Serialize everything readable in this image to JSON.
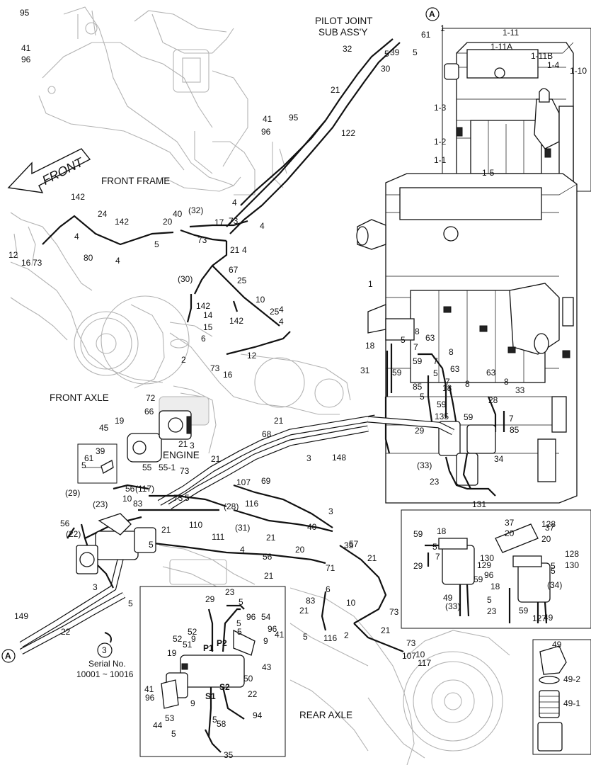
{
  "headings": {
    "pilot_joint": [
      "PILOT JOINT",
      "SUB ASS'Y"
    ],
    "front_frame": "FRONT FRAME",
    "front_arrow": "FRONT",
    "front_axle": "FRONT AXLE",
    "engine": "ENGINE",
    "rear_axle": "REAR AXLE",
    "serial_title": "Serial No.",
    "serial_range": "10001 ~ 10016",
    "serial_circle": "3",
    "ref_a": "A",
    "pump_ports": [
      "P1",
      "P2",
      "S1",
      "S2"
    ]
  },
  "callouts": {
    "frame_area": [
      "95",
      "41",
      "96",
      "41",
      "96",
      "95",
      "21",
      "122",
      "32",
      "30",
      "5",
      "39",
      "5",
      "61",
      "1"
    ],
    "radiator_detail": [
      "1-11",
      "1-11A",
      "1-11B",
      "1-4",
      "1-10",
      "1-3",
      "1-2",
      "1-1",
      "1-5"
    ],
    "front_lines": [
      "142",
      "24",
      "142",
      "4",
      "4",
      "12",
      "16",
      "73",
      "80",
      "4",
      "40",
      "(32)",
      "20",
      "73",
      "5",
      "73",
      "17",
      "4",
      "21",
      "4",
      "(30)",
      "67",
      "25",
      "142",
      "14",
      "15",
      "6",
      "10",
      "25",
      "4",
      "142",
      "4",
      "2",
      "12",
      "73",
      "16",
      "1"
    ],
    "cooler_area": [
      "18",
      "5",
      "7",
      "8",
      "63",
      "8",
      "31",
      "59",
      "59",
      "7",
      "5",
      "63",
      "8",
      "85",
      "5",
      "7",
      "18",
      "63",
      "8",
      "33",
      "59",
      "28",
      "59",
      "7",
      "135",
      "85",
      "29",
      "(33)",
      "23",
      "34",
      "131"
    ],
    "engine_pump": [
      "72",
      "66",
      "45",
      "19",
      "68",
      "21",
      "3",
      "148",
      "61",
      "39",
      "5",
      "55",
      "55-1",
      "21",
      "3",
      "69",
      "21",
      "73",
      "107",
      "56",
      "(117)",
      "(29)",
      "(23)",
      "10",
      "73",
      "5",
      "83",
      "(28)",
      "116",
      "21",
      "110",
      "(31)",
      "21",
      "3",
      "56",
      "(22)",
      "5",
      "40",
      "57",
      "20",
      "35",
      "111",
      "21",
      "4",
      "56",
      "21",
      "3",
      "5",
      "71",
      "6",
      "83",
      "10",
      "21",
      "73",
      "2",
      "5",
      "116",
      "21",
      "73",
      "107",
      "10",
      "117",
      "149",
      "22"
    ],
    "filter_detail": [
      "37",
      "20",
      "128",
      "37",
      "59",
      "18",
      "20",
      "5",
      "7",
      "130",
      "128",
      "129",
      "96",
      "5",
      "130",
      "29",
      "18",
      "5",
      "(34)",
      "49",
      "59",
      "127",
      "(33)",
      "5",
      "23",
      "59",
      "49"
    ],
    "pump_detail": [
      "23",
      "29",
      "5",
      "96",
      "54",
      "52",
      "5",
      "52",
      "9",
      "96",
      "41",
      "5",
      "9",
      "19",
      "51",
      "43",
      "50",
      "41",
      "96",
      "9",
      "22",
      "53",
      "5",
      "94",
      "44",
      "58",
      "5",
      "35"
    ],
    "element_detail": [
      "49",
      "49-2",
      "49-1"
    ]
  }
}
